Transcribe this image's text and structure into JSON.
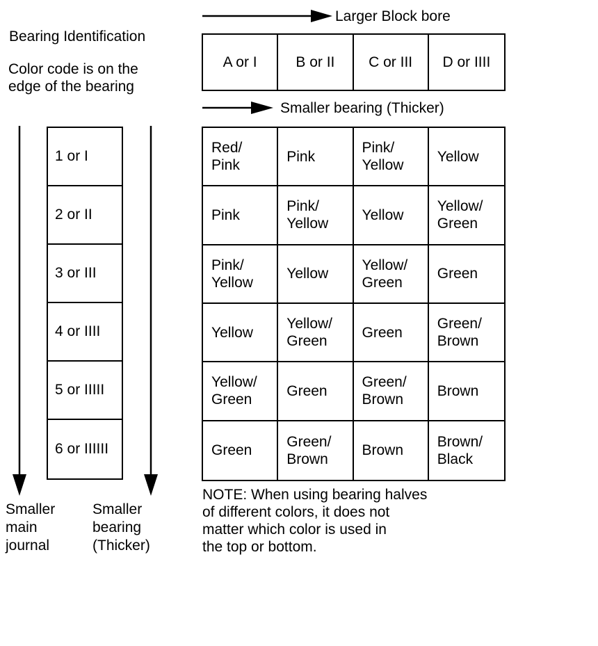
{
  "heading": {
    "title": "Bearing Identification",
    "subtitle": "Color code is on the\nedge of the bearing"
  },
  "arrows": {
    "block_bore_label": "Larger Block bore",
    "bearing_row_label": "Smaller bearing (Thicker)",
    "journal_col_label": "Smaller\nmain\njournal",
    "bearing_col_label": "Smaller\nbearing\n(Thicker)"
  },
  "block_bore_headers": [
    "A or I",
    "B or II",
    "C or III",
    "D or IIII"
  ],
  "journal_sizes": [
    "1 or I",
    "2 or II",
    "3 or III",
    "4 or IIII",
    "5 or IIIII",
    "6 or IIIIII"
  ],
  "color_matrix": {
    "rows": [
      [
        "Red/\nPink",
        "Pink",
        "Pink/\nYellow",
        "Yellow"
      ],
      [
        "Pink",
        "Pink/\nYellow",
        "Yellow",
        "Yellow/\nGreen"
      ],
      [
        "Pink/\nYellow",
        "Yellow",
        "Yellow/\nGreen",
        "Green"
      ],
      [
        "Yellow",
        "Yellow/\nGreen",
        "Green",
        "Green/\nBrown"
      ],
      [
        "Yellow/\nGreen",
        "Green",
        "Green/\nBrown",
        "Brown"
      ],
      [
        "Green",
        "Green/\nBrown",
        "Brown",
        "Brown/\nBlack"
      ]
    ]
  },
  "note": "NOTE: When using bearing halves\nof different colors, it does not\nmatter which color is used in\nthe top or bottom.",
  "colors": {
    "ink": "#000000",
    "background": "#ffffff"
  }
}
